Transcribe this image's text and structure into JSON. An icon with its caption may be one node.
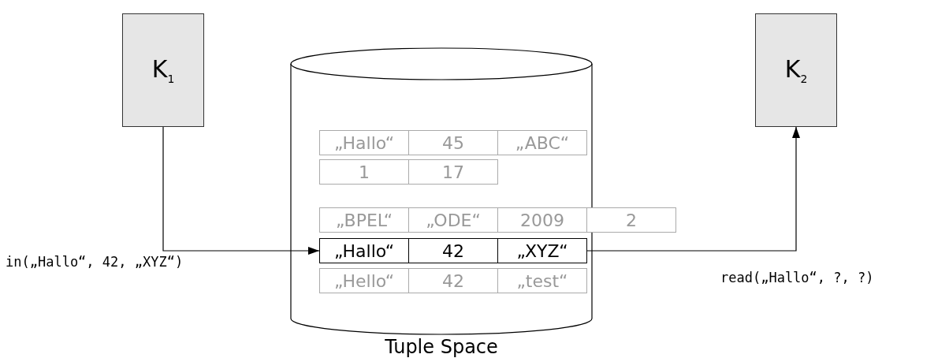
{
  "diagram": {
    "nodes": [
      {
        "text": [
          "K$_{1}$"
        ]
      },
      {
        "text": [
          "Tuple Space"
        ]
      },
      {
        "text": [
          "„Hallo“",
          "45",
          "„ABC“"
        ],
        "in": 1
      },
      {
        "text": [
          "1",
          "17"
        ],
        "in": 1
      },
      {
        "text": [
          "„BPEL“",
          "„ODE“",
          "2009",
          "2"
        ]
      },
      {
        "text": [
          "„Hallo“",
          "42",
          "„XYZ“"
        ],
        "in": 1
      },
      {
        "text": [
          "„Hello“",
          "42",
          "„test“"
        ],
        "in": 1
      },
      {
        "text": [
          "K$_{2}$"
        ]
      }
    ],
    "edges": [
      {
        "from": 0,
        "to": 5,
        "arrow": "to",
        "label": "in(„Hallo“, 42, „XYZ“)"
      },
      {
        "from": 5,
        "to": 7,
        "arrow": "to",
        "label": "read(„Hallo“, ?, ?)"
      }
    ]
  }
}
